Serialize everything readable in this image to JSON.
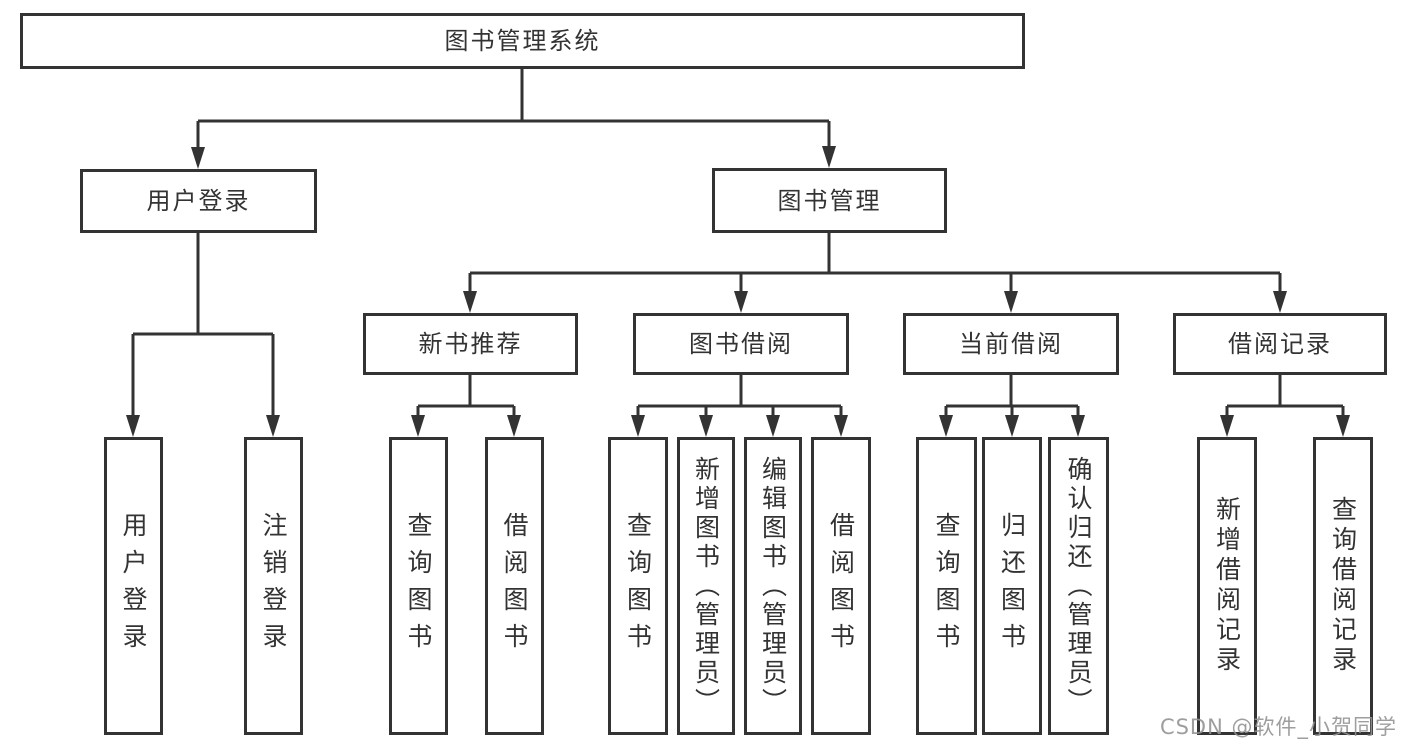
{
  "diagram_title": "图书管理系统",
  "colors": {
    "line": "#333333",
    "box_border": "#333333",
    "text": "#333333",
    "background": "#ffffff",
    "watermark": "#949494"
  },
  "tree": {
    "root": "图书管理系统",
    "children": [
      {
        "label": "用户登录",
        "children": [
          "用户登录",
          "注销登录"
        ]
      },
      {
        "label": "图书管理",
        "children": [
          {
            "label": "新书推荐",
            "children": [
              "查询图书",
              "借阅图书"
            ]
          },
          {
            "label": "图书借阅",
            "children": [
              "查询图书",
              "新增图书（管理员）",
              "编辑图书（管理员）",
              "借阅图书"
            ]
          },
          {
            "label": "当前借阅",
            "children": [
              "查询图书",
              "归还图书",
              "确认归还（管理员）"
            ]
          },
          {
            "label": "借阅记录",
            "children": [
              "新增借阅记录",
              "查询借阅记录"
            ]
          }
        ]
      }
    ]
  },
  "watermark": {
    "text": "CSDN @软件_小贺同学"
  }
}
